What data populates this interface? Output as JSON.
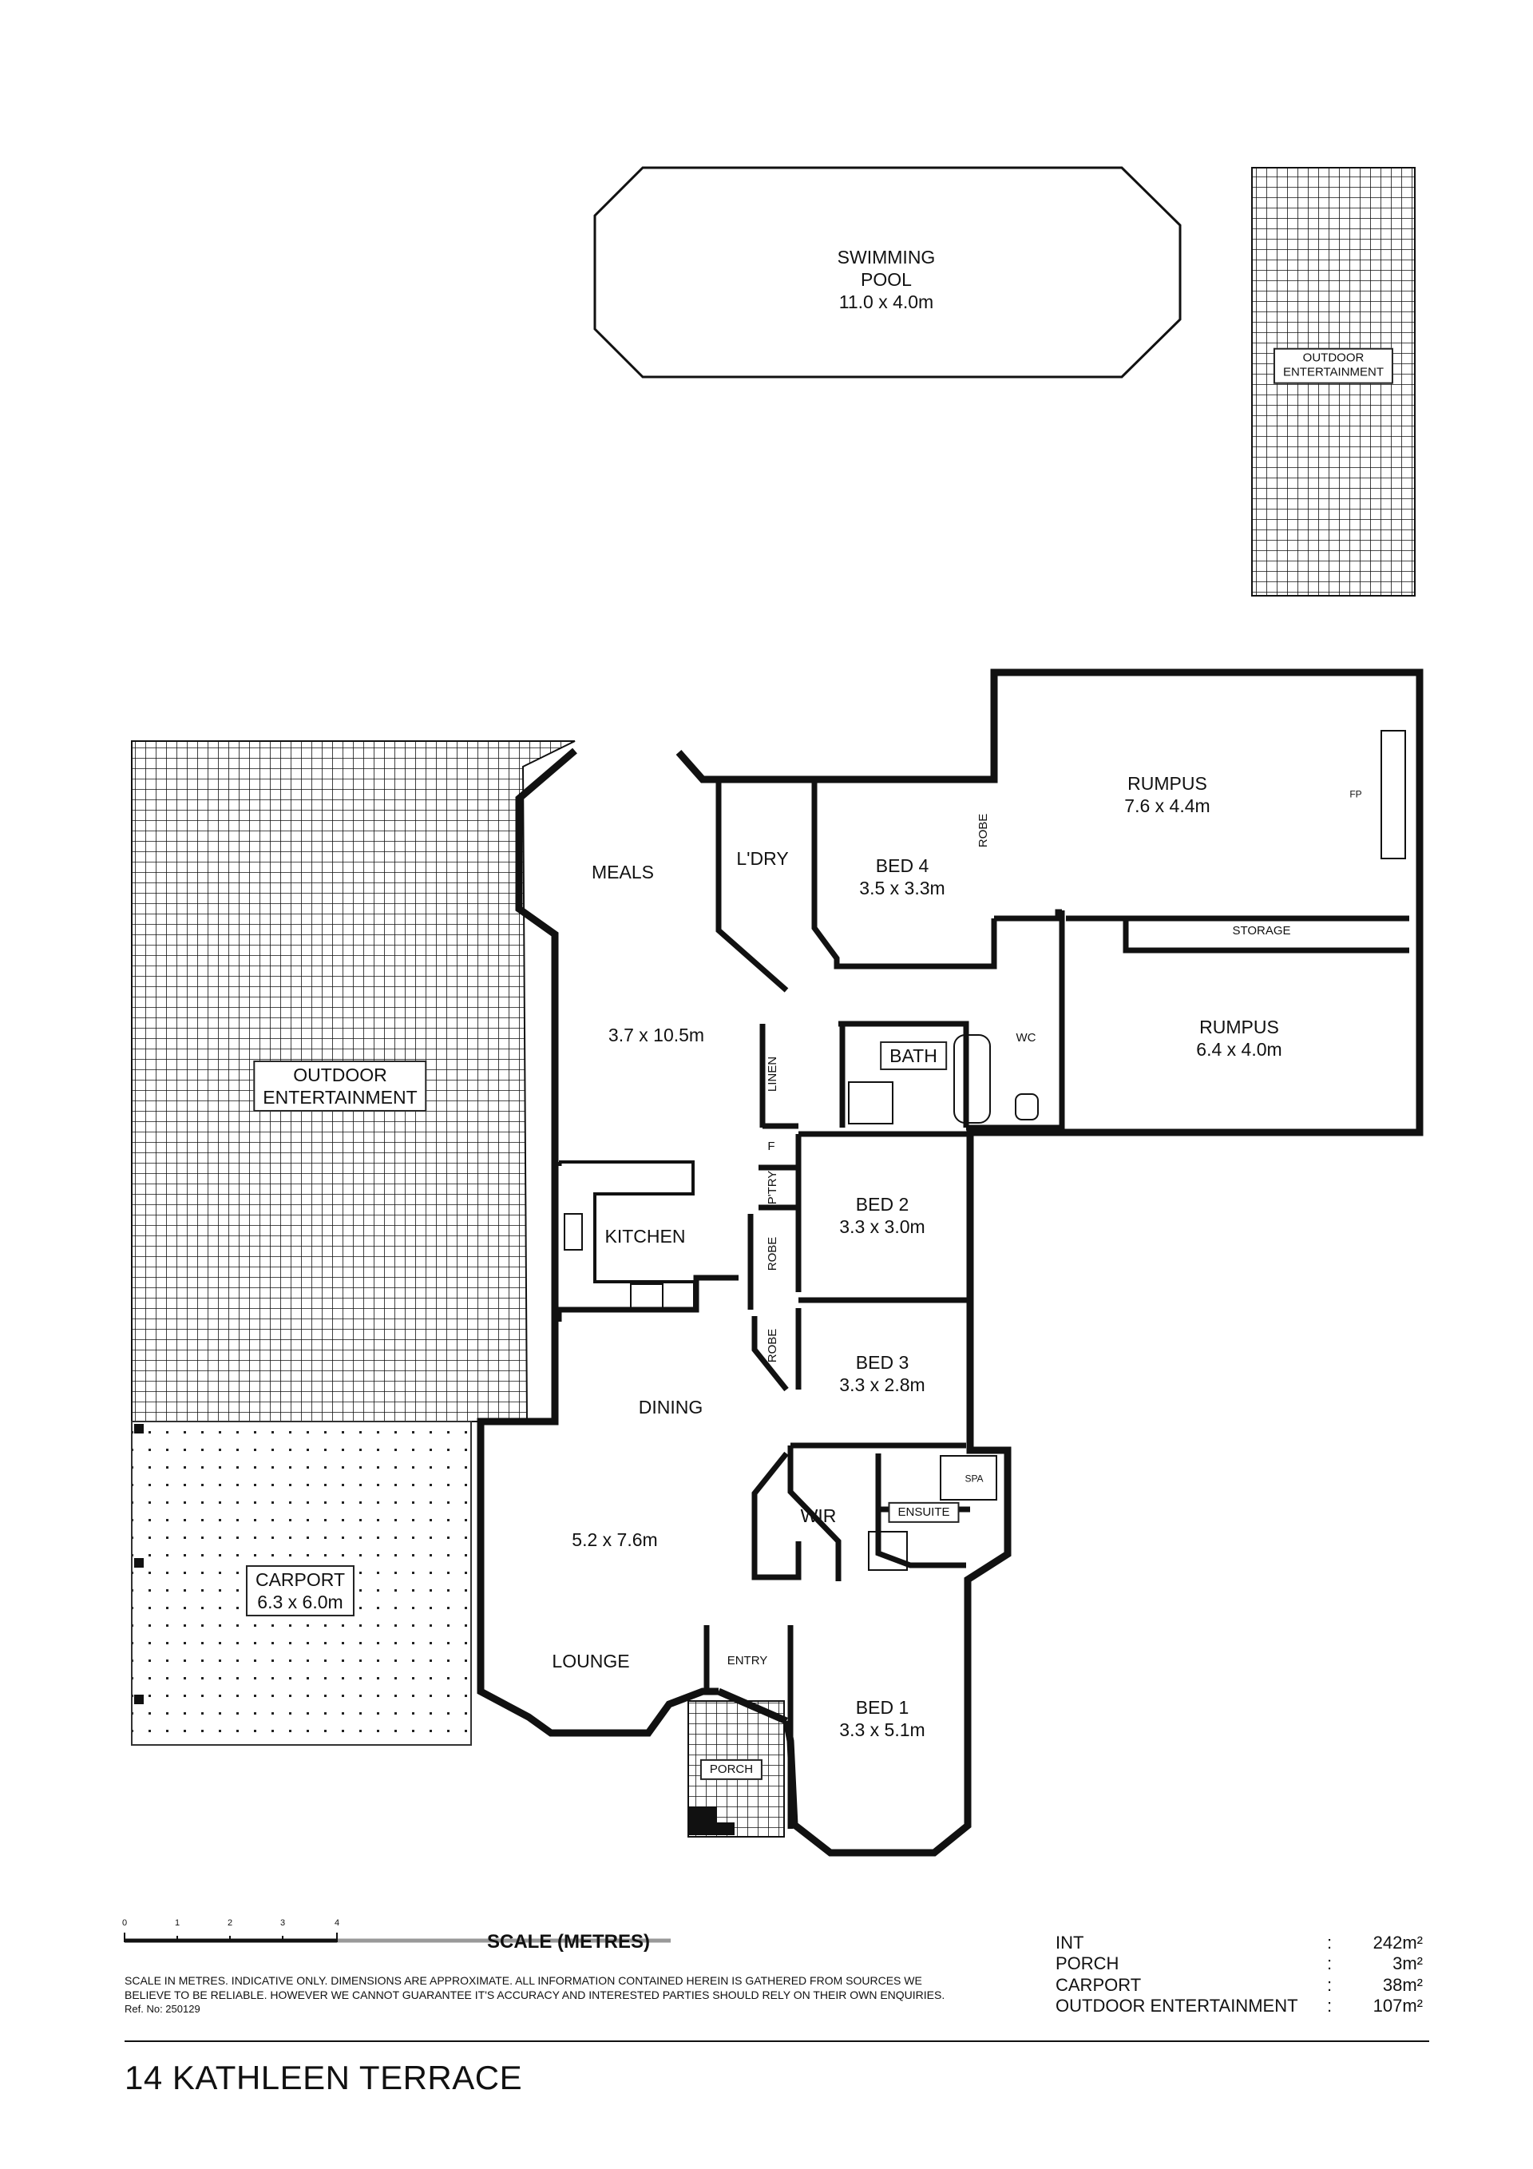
{
  "rooms": {
    "pool": [
      "SWIMMING",
      "POOL",
      "11.0 x 4.0m"
    ],
    "outdoor_top": [
      "OUTDOOR",
      "ENTERTAINMENT"
    ],
    "outdoor_left": [
      "OUTDOOR",
      "ENTERTAINMENT"
    ],
    "carport": [
      "CARPORT",
      "6.3 x 6.0m"
    ],
    "meals": "MEALS",
    "meals_size": "3.7 x 10.5m",
    "kitchen": "KITCHEN",
    "dining": "DINING",
    "lounge_size": "5.2 x 7.6m",
    "lounge": "LOUNGE",
    "entry": "ENTRY",
    "porch": "PORCH",
    "laundry": "L'DRY",
    "bed4": [
      "BED 4",
      "3.5 x 3.3m"
    ],
    "robe": "ROBE",
    "rumpus1": [
      "RUMPUS",
      "7.6 x 4.4m"
    ],
    "fp": "FP",
    "storage": "STORAGE",
    "rumpus2": [
      "RUMPUS",
      "6.4 x 4.0m"
    ],
    "bath": "BATH",
    "wc": "WC",
    "linen": "LINEN",
    "fridge": "F",
    "pantry": "P'TRY",
    "bed2": [
      "BED 2",
      "3.3 x 3.0m"
    ],
    "bed3": [
      "BED 3",
      "3.3 x 2.8m"
    ],
    "wir": "WIR",
    "ensuite": "ENSUITE",
    "spa": "SPA",
    "bed1": [
      "BED 1",
      "3.3 x 5.1m"
    ]
  },
  "scale": {
    "ticks": [
      "0",
      "1",
      "2",
      "3",
      "4"
    ],
    "title": "SCALE (METRES)",
    "disclaimer_1": "SCALE IN METRES. INDICATIVE ONLY. DIMENSIONS ARE APPROXIMATE. ALL INFORMATION CONTAINED HEREIN IS GATHERED FROM SOURCES WE",
    "disclaimer_2": "BELIEVE TO BE RELIABLE. HOWEVER WE CANNOT GUARANTEE IT'S ACCURACY AND INTERESTED PARTIES SHOULD RELY ON THEIR OWN ENQUIRIES.",
    "ref": "Ref. No: 250129"
  },
  "areas": [
    {
      "label": "INT",
      "sep": ":",
      "value": "242m²"
    },
    {
      "label": "PORCH",
      "sep": ":",
      "value": "3m²"
    },
    {
      "label": "CARPORT",
      "sep": ":",
      "value": "38m²"
    },
    {
      "label": "OUTDOOR ENTERTAINMENT",
      "sep": ":",
      "value": "107m²"
    }
  ],
  "address": "14 KATHLEEN TERRACE"
}
